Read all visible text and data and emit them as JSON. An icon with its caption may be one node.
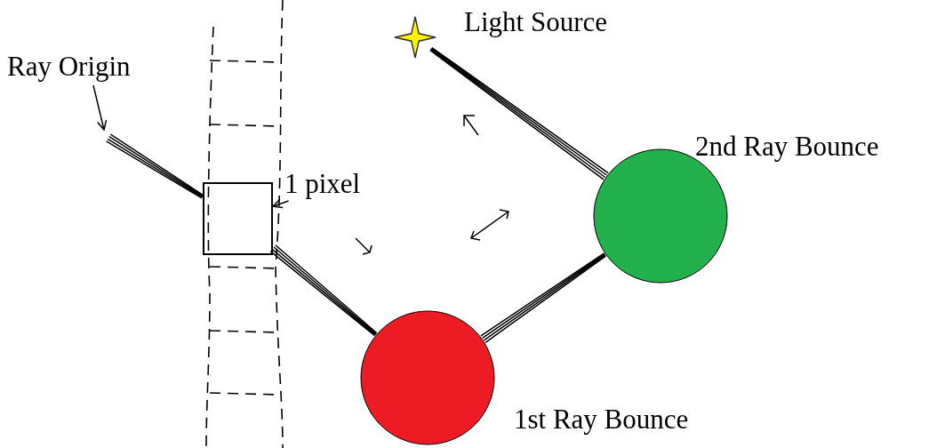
{
  "diagram": {
    "nodes": [
      {
        "text": [
          "Ray Origin"
        ]
      },
      {
        "text": [],
        "shape": "star",
        "beside": [
          "Light Source"
        ]
      },
      {
        "text": [],
        "shape": "box"
      },
      {
        "text": [
          "1 pixel"
        ]
      },
      {
        "text": [],
        "shape": "circle",
        "beside": [
          "2nd Ray Bounce"
        ]
      },
      {
        "text": [],
        "shape": "circle",
        "beside": [
          "1st Ray Bounce"
        ]
      }
    ],
    "edges": [
      {
        "from": 0,
        "to": null,
        "arrow": "to"
      },
      {
        "from": null,
        "to": 2,
        "arrow": "none"
      },
      {
        "from": 2,
        "to": 5,
        "arrow": "none"
      },
      {
        "from": 5,
        "to": 4,
        "arrow": "none"
      },
      {
        "from": 4,
        "to": 1,
        "arrow": "none"
      },
      {
        "from": 3,
        "to": 2,
        "arrow": "to"
      }
    ]
  }
}
